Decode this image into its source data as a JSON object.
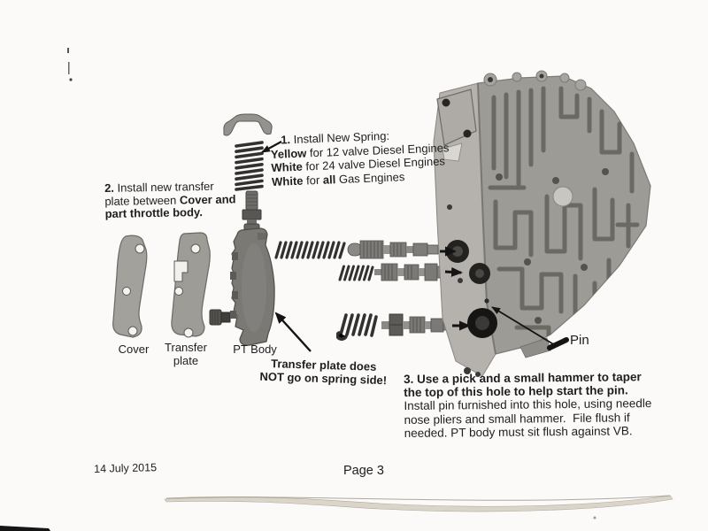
{
  "document": {
    "footer_date": "14 July 2015",
    "footer_page": "Page 3"
  },
  "step1": {
    "l1_b": "1.",
    "l1_r": " Install New Spring:",
    "l2_b": "Yellow",
    "l2_r": " for 12 valve Diesel Engines",
    "l3_b": "White",
    "l3_r": " for 24 valve Diesel Engines",
    "l4_b1": "White",
    "l4_r1": " for ",
    "l4_b2": "all",
    "l4_r2": " Gas Engines"
  },
  "step2": {
    "l1_b": "2.",
    "l1_r": " Install new transfer",
    "l2_r": "plate between ",
    "l2_b": "Cover and",
    "l3_b": "part throttle body."
  },
  "step3": {
    "l1_b": "3. Use a pick and a small hammer to taper",
    "l2_b": "the top of this hole to help start the pin.",
    "l3": "Install pin furnished into this hole, using needle",
    "l4": "nose pliers and small hammer.  File flush if",
    "l5": "needed. PT body must sit flush against VB."
  },
  "labels": {
    "cover": "Cover",
    "transfer_1": "Transfer",
    "transfer_2": "plate",
    "pt_body": "PT Body",
    "pin": "Pin",
    "warn_1": "Transfer plate does",
    "warn_2": "NOT go on spring side!"
  },
  "colors": {
    "paper": "#fbfaf8",
    "ink": "#1e1e1e",
    "metal_light": "#b5b2ad",
    "metal_mid": "#9d9b96",
    "metal_dark": "#6b6964",
    "page_curl": "#d8d1c5"
  }
}
